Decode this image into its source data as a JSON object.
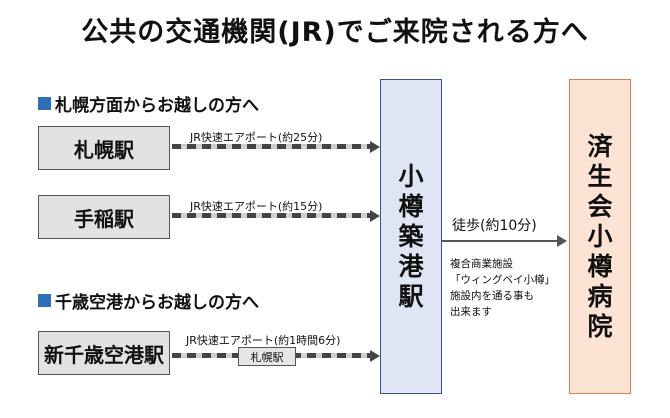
{
  "title": "公共の交通機関(JR)でご来院される方へ",
  "sections": {
    "sapporo_header": "札幌方面からお越しの方へ",
    "chitose_header": "千歳空港からお越しの方へ"
  },
  "routes": [
    {
      "station": "札幌駅",
      "label": "JR快速エアポート(約25分)"
    },
    {
      "station": "手稲駅",
      "label": "JR快速エアポート(約15分)"
    },
    {
      "station": "新千歳空港駅",
      "label": "JR快速エアポート(約1時間6分)",
      "via": "札幌駅"
    }
  ],
  "otaru_station": [
    "小",
    "樽",
    "築",
    "港",
    "駅"
  ],
  "hospital": [
    "済",
    "生",
    "会",
    "小",
    "樽",
    "病",
    "院"
  ],
  "walk": {
    "label": "徒歩(約10分)",
    "notes": [
      "複合商業施設",
      "「ウィングベイ小樽」",
      "施設内を通る事も",
      "出来ます"
    ]
  },
  "colors": {
    "accent": "#2f6fb7",
    "station_fill": "#e2e2e2",
    "otaru_fill": "#dfe5f4",
    "hospital_fill": "#fde3d4",
    "hospital_border": "#d67f55"
  }
}
